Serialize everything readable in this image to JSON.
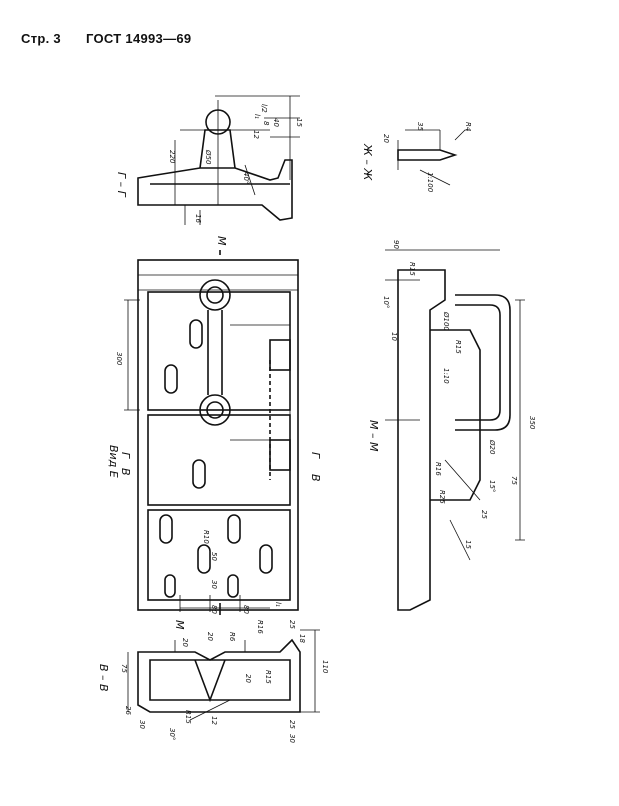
{
  "header": {
    "page": "Стр. 3",
    "standard": "ГОСТ 14993—69"
  },
  "views": {
    "g": "Г – Г",
    "zh": "Ж – Ж",
    "m": "М – М",
    "v": "В – В",
    "e": "Вид Е",
    "b": "В",
    "g_mark": "Г",
    "m_mark": "М"
  },
  "dims": {
    "d_l2": "l/2",
    "d_l1": "l₁",
    "d_40": "40",
    "d_8": "8",
    "d_15": "15",
    "d_12": "12",
    "d_phi50": "Ø50",
    "d_220": "220",
    "d_40deg": "40°",
    "d_16": "16",
    "d_20": "20",
    "d_35": "35",
    "d_r4": "R4",
    "d_100": "1:100",
    "d_90": "90",
    "d_r15": "R15",
    "d_10deg": "10°",
    "d_phi100": "Ø100",
    "d_r15b": "R15",
    "d_10": "10",
    "d_350": "350",
    "d_1_10": "1:10",
    "d_r25": "R25",
    "d_r16": "R16",
    "d_phi20": "Ø20",
    "d_75": "75",
    "d_25": "25",
    "d_15b": "15",
    "d_15deg": "15°",
    "d_300": "300",
    "d_r10": "R10",
    "d_50": "50",
    "d_30": "30",
    "d_80": "80",
    "d_80b": "80",
    "d_l1b": "l₁",
    "d_20b": "20",
    "d_20c": "20",
    "d_r6": "R6",
    "d_r16b": "R16",
    "d_25b": "25",
    "d_18": "18",
    "d_75b": "75",
    "d_110": "110",
    "d_20d": "20",
    "d_r15c": "R15",
    "d_r15d": "R15",
    "d_12b": "12",
    "d_30deg": "30°",
    "d_26": "26",
    "d_30b": "30",
    "d_25c": "25",
    "d_30c": "30"
  }
}
